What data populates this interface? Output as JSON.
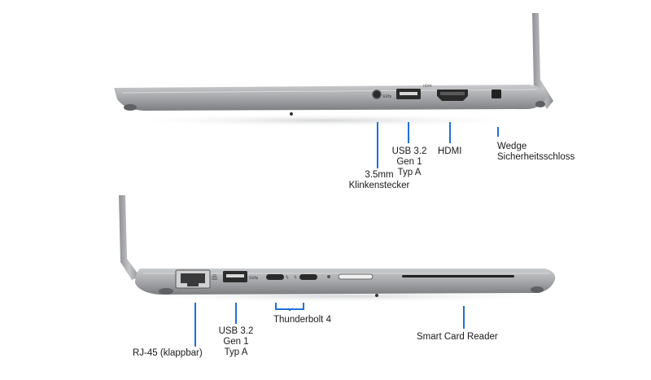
{
  "colors": {
    "leader": "#1f6fd6",
    "chassis": "#a4a6a9",
    "chassis_dark": "#6e7073",
    "text": "#1a1a1a"
  },
  "top_view": {
    "labels": {
      "jack_line1": "3.5mm",
      "jack_line2": "Klinkenstecker",
      "usb_line1": "USB 3.2",
      "usb_line2": "Gen 1",
      "usb_line3": "Typ A",
      "hdmi": "HDMI",
      "lock_line1": "Wedge",
      "lock_line2": "Sicherheitsschloss"
    }
  },
  "bottom_view": {
    "labels": {
      "rj45": "RJ-45 (klappbar)",
      "usb_line1": "USB 3.2",
      "usb_line2": "Gen 1",
      "usb_line3": "Typ A",
      "thunderbolt": "Thunderbolt 4",
      "smartcard": "Smart Card Reader"
    }
  }
}
